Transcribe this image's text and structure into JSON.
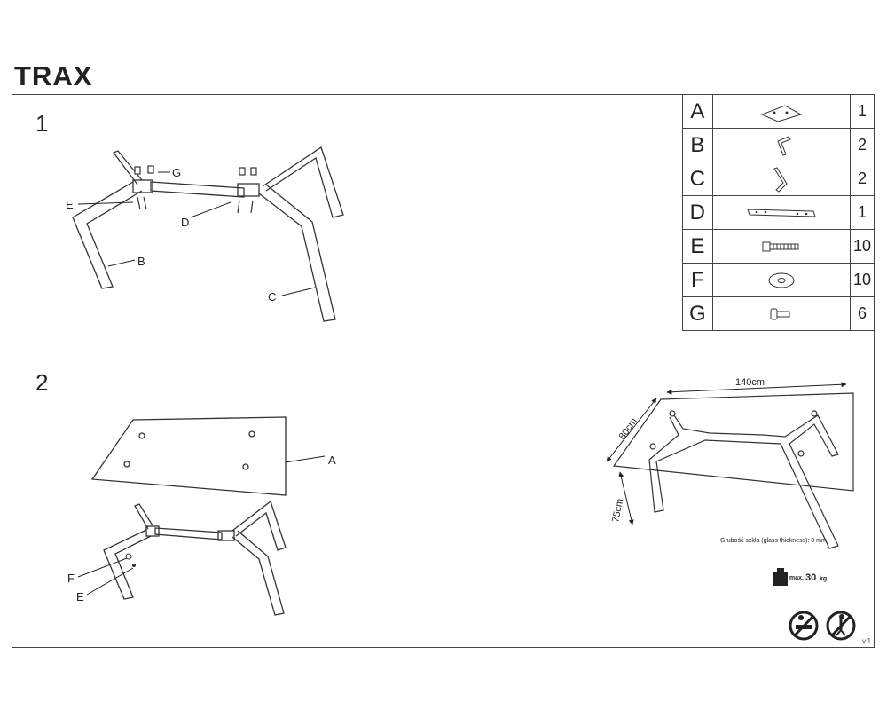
{
  "title": "TRAX",
  "steps": [
    "1",
    "2"
  ],
  "parts": [
    {
      "letter": "A",
      "qty": "1",
      "icon": "glass-top-icon"
    },
    {
      "letter": "B",
      "qty": "2",
      "icon": "short-leg-icon"
    },
    {
      "letter": "C",
      "qty": "2",
      "icon": "long-leg-icon"
    },
    {
      "letter": "D",
      "qty": "1",
      "icon": "beam-icon"
    },
    {
      "letter": "E",
      "qty": "10",
      "icon": "screw-icon"
    },
    {
      "letter": "F",
      "qty": "10",
      "icon": "washer-icon"
    },
    {
      "letter": "G",
      "qty": "6",
      "icon": "pad-icon"
    }
  ],
  "step1_labels": {
    "g": "G",
    "e": "E",
    "d": "D",
    "b": "B",
    "c": "C"
  },
  "step2_labels": {
    "a": "A",
    "f": "F",
    "e": "E"
  },
  "dimensions": {
    "length": "140cm",
    "depth": "80cm",
    "height": "75cm"
  },
  "glass_thickness": "Grubość szkła (glass thickness): 8 mm",
  "max_load": {
    "prefix": "max.",
    "value": "30",
    "unit": "kg"
  },
  "version": "v.1"
}
